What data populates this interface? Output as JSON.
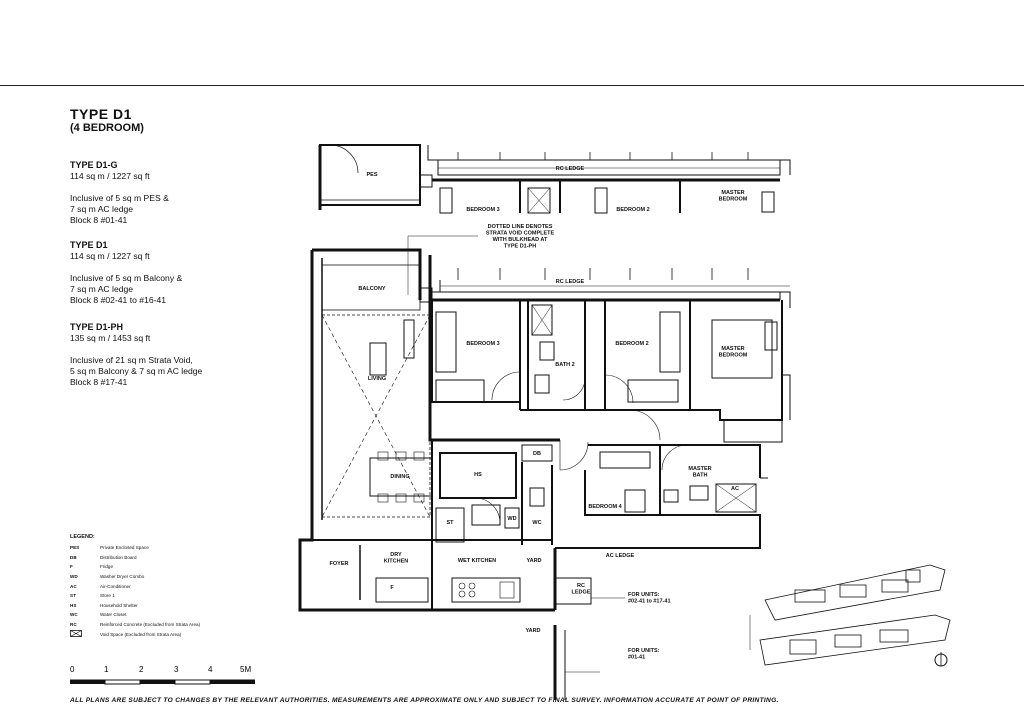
{
  "plan": {
    "title": "TYPE  D1",
    "subtitle": "(4 BEDROOM)"
  },
  "unit_blocks": [
    {
      "heading": "TYPE D1-G",
      "area": "114 sq m / 1227 sq ft",
      "lines": [
        "Inclusive of 5 sq m PES &",
        "7 sq m AC ledge",
        "Block 8 #01-41"
      ]
    },
    {
      "heading": "TYPE D1",
      "area": "114 sq m / 1227 sq ft",
      "lines": [
        "Inclusive of 5 sq m Balcony &",
        "7 sq m AC ledge",
        "Block 8 #02-41 to #16-41"
      ]
    },
    {
      "heading": "TYPE D1-PH",
      "area": "135 sq m / 1453 sq ft",
      "lines": [
        "Inclusive of 21 sq m Strata Void,",
        "5 sq m Balcony & 7 sq m AC ledge",
        "Block 8 #17-41"
      ]
    }
  ],
  "legend": {
    "title": "LEGEND:",
    "items": [
      {
        "key": "PES",
        "label": "Private Enclosed Space"
      },
      {
        "key": "DB",
        "label": "Distribution Board"
      },
      {
        "key": "F",
        "label": "Fridge"
      },
      {
        "key": "WD",
        "label": "Washer Dryer Combo"
      },
      {
        "key": "AC",
        "label": "Air-Conditioner"
      },
      {
        "key": "ST",
        "label": "Store 1"
      },
      {
        "key": "HS",
        "label": "Household Shelter"
      },
      {
        "key": "WC",
        "label": "Water Closet"
      },
      {
        "key": "RC",
        "label": "Reinforced Concrete (Excluded from Strata Area)"
      },
      {
        "key": "",
        "label": "Void Space (Excluded from Strata Area)"
      }
    ]
  },
  "scale_bar": {
    "ticks": [
      "0",
      "1",
      "2",
      "3",
      "4",
      "5M"
    ]
  },
  "rooms": {
    "pes": "PES",
    "rc_ledge_upper": "RC LEDGE",
    "bedroom3_upper": "BEDROOM 3",
    "bedroom2_upper": "BEDROOM 2",
    "master_bedroom_upper": "MASTER\nBEDROOM",
    "note": "DOTTED LINE DENOTES\nSTRATA VOID COMPLETE\nWITH BULKHEAD AT\nTYPE D1-PH",
    "balcony": "BALCONY",
    "rc_ledge": "RC LEDGE",
    "bedroom3": "BEDROOM 3",
    "bath2": "BATH 2",
    "bedroom2": "BEDROOM 2",
    "master_bedroom": "MASTER\nBEDROOM",
    "living": "LIVING",
    "dining": "DINING",
    "hs": "HS",
    "db": "DB",
    "st": "ST",
    "wd": "WD",
    "wc": "WC",
    "master_bath": "MASTER\nBATH",
    "ac": "AC",
    "bedroom4": "BEDROOM 4",
    "foyer": "FOYER",
    "dry_kitchen": "DRY\nKITCHEN",
    "fridge": "F",
    "wet_kitchen": "WET KITCHEN",
    "yard": "YARD",
    "ac_ledge": "AC LEDGE",
    "rc_ledge_low": "RC\nLEDGE",
    "for_units_1": "FOR UNITS:\n#02-41 to #17-41",
    "yard_lower": "YARD",
    "for_units_2": "FOR UNITS:\n#01-41"
  },
  "footer": "ALL PLANS ARE SUBJECT TO CHANGES BY THE RELEVANT AUTHORITIES. MEASUREMENTS ARE APPROXIMATE ONLY AND SUBJECT TO FINAL SURVEY. INFORMATION ACCURATE AT POINT OF PRINTING."
}
